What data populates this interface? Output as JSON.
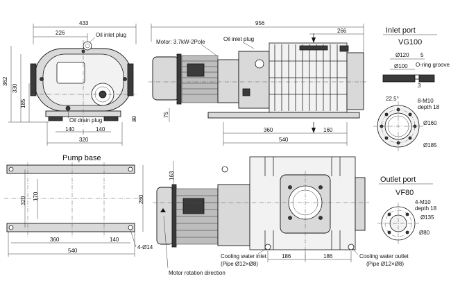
{
  "front_view": {
    "dim_overall_width": "433",
    "dim_port_offset": "226",
    "label_oil_inlet_plug": "Oil inlet plug",
    "dim_height_total": "362",
    "dim_height_inner": "330",
    "dim_shaft_height": "185",
    "label_oil_drain_plug": "Oil drain plug",
    "dim_foot_left": "140",
    "dim_foot_right": "140",
    "dim_base_height": "30",
    "dim_base_width": "320"
  },
  "side_view": {
    "dim_overall_length": "956",
    "dim_inlet_offset": "266",
    "label_motor": "Motor: 3.7kW-2Pole",
    "label_oil_inlet_plug": "Oil inlet plug",
    "dim_height_75": "75",
    "dim_360": "360",
    "dim_160": "160",
    "dim_540": "540"
  },
  "inlet_port": {
    "title": "Inlet port",
    "type": "VG100",
    "dim_d120": "Ø120",
    "dim_5": "5",
    "dim_d100": "Ø100",
    "label_oring": "O-ring groove",
    "dim_3": "3",
    "dim_angle": "22.5°",
    "bolt_spec": "8-M10",
    "bolt_depth": "depth 18",
    "dim_d160": "Ø160",
    "dim_d185": "Ø185"
  },
  "pump_base": {
    "title": "Pump base",
    "dim_320": "320",
    "dim_170": "170",
    "dim_280": "280",
    "dim_360": "360",
    "dim_140": "140",
    "dim_540": "540",
    "hole_spec": "4-Ø14"
  },
  "top_view": {
    "dim_163": "163",
    "label_cooling_inlet": "Cooling water inlet",
    "label_cooling_inlet_pipe": "(Pipe Ø12×Ø8)",
    "dim_186_left": "186",
    "dim_186_right": "186",
    "label_cooling_outlet": "Cooling water outlet",
    "label_cooling_outlet_pipe": "(Pipe Ø12×Ø8)",
    "label_rotation": "Motor rotation direction"
  },
  "outlet_port": {
    "title": "Outlet port",
    "type": "VF80",
    "bolt_spec": "4-M10",
    "bolt_depth": "depth 18",
    "dim_d135": "Ø135",
    "dim_d80": "Ø80"
  }
}
